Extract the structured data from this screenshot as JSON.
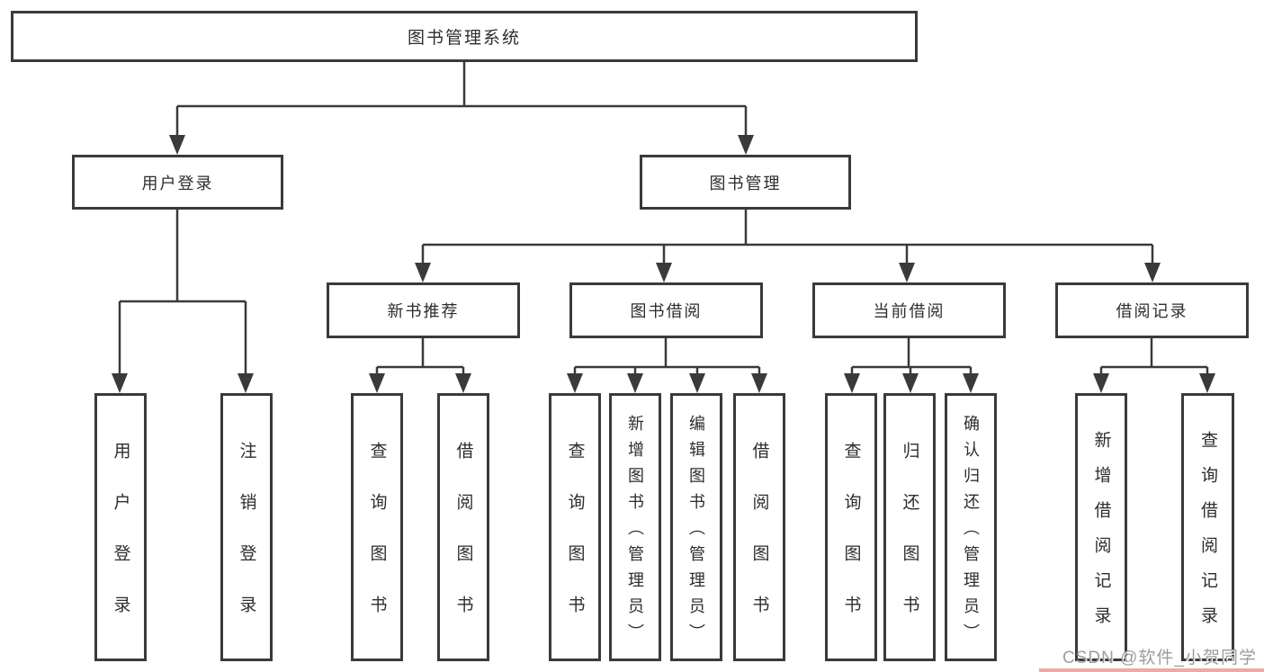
{
  "diagram": {
    "tree": {
      "label": "图书管理系统",
      "children": [
        {
          "label": "用户登录",
          "children": [
            {
              "label": "用户登录"
            },
            {
              "label": "注销登录"
            }
          ]
        },
        {
          "label": "图书管理",
          "children": [
            {
              "label": "新书推荐",
              "children": [
                {
                  "label": "查询图书"
                },
                {
                  "label": "借阅图书"
                }
              ]
            },
            {
              "label": "图书借阅",
              "children": [
                {
                  "label": "查询图书"
                },
                {
                  "label": "新增图书（管理员）"
                },
                {
                  "label": "编辑图书（管理员）"
                },
                {
                  "label": "借阅图书"
                }
              ]
            },
            {
              "label": "当前借阅",
              "children": [
                {
                  "label": "查询图书"
                },
                {
                  "label": "归还图书"
                },
                {
                  "label": "确认归还（管理员）"
                }
              ]
            },
            {
              "label": "借阅记录",
              "children": [
                {
                  "label": "新增借阅记录"
                },
                {
                  "label": "查询借阅记录"
                }
              ]
            }
          ]
        }
      ]
    },
    "colors": {
      "line": "#3a3a3a",
      "box_border": "#3a3a3a",
      "text": "#2d2d2d",
      "watermark_text": "#9d9d9d",
      "watermark_accent": "#f3a6a6"
    }
  },
  "watermark": {
    "text": "CSDN @软件_小贺同学"
  }
}
